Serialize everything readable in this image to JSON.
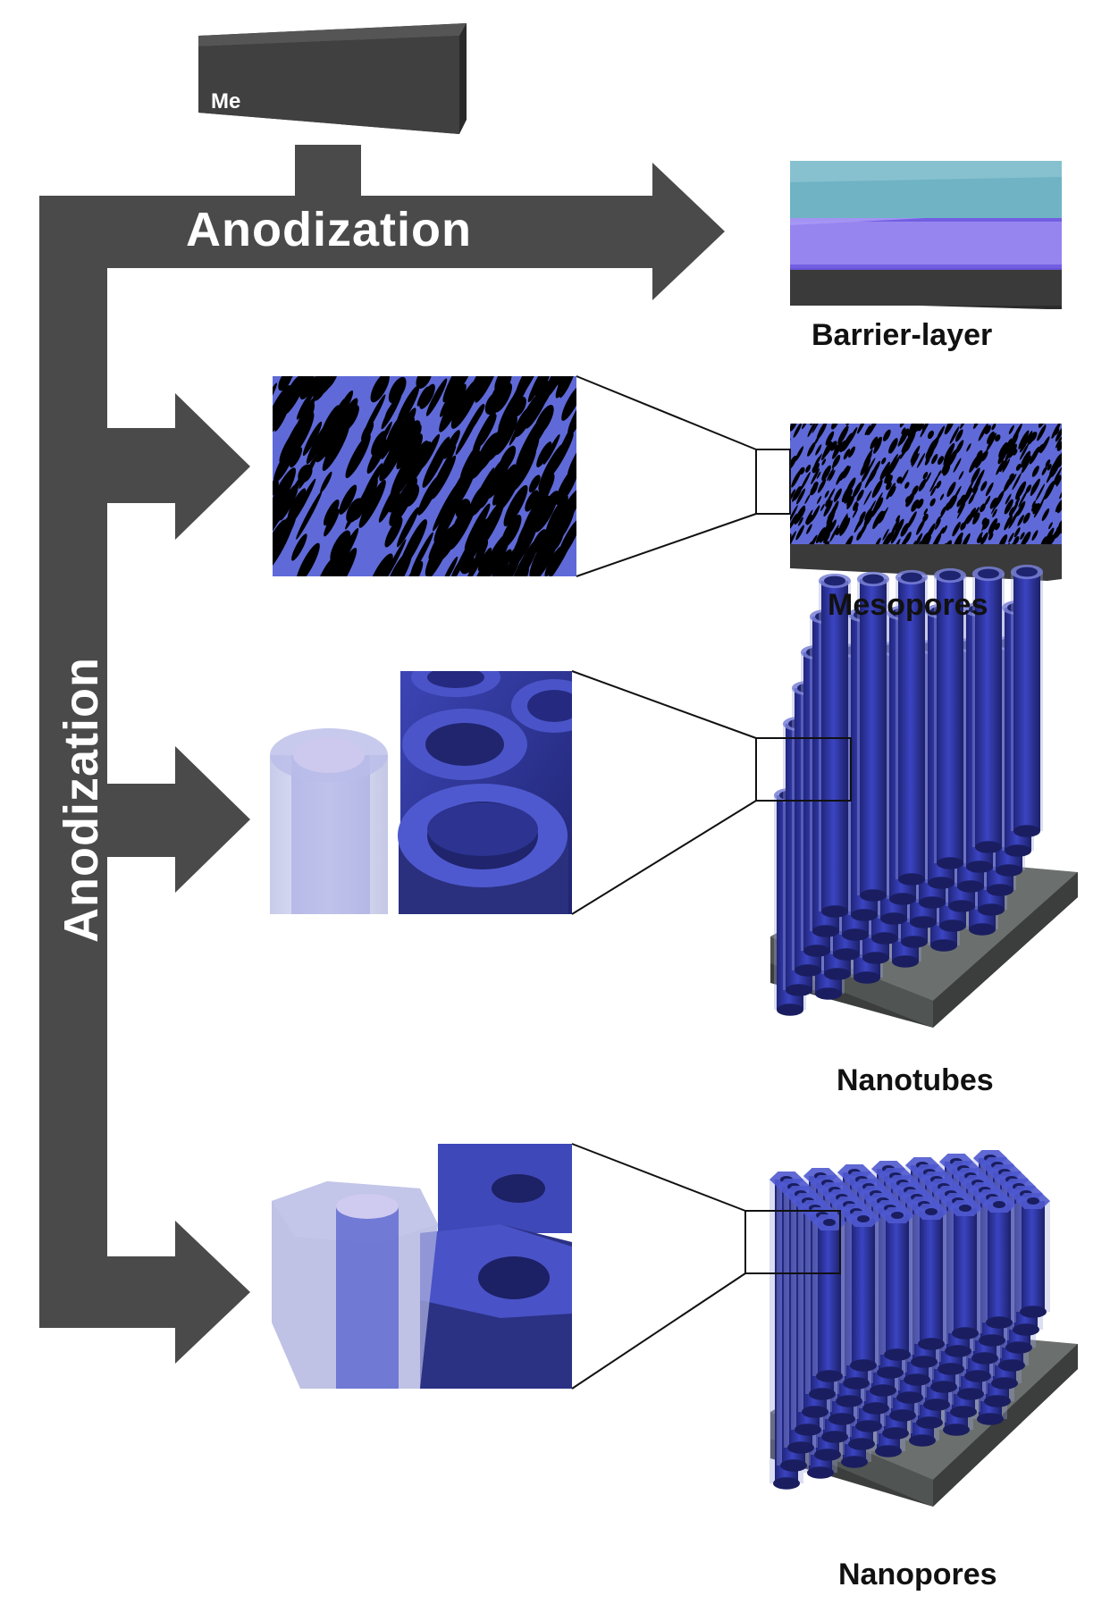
{
  "diagram": {
    "source_label": "Me",
    "process_label_horizontal": "Anodization",
    "process_label_vertical": "Anodization",
    "outcomes": [
      {
        "id": "barrier",
        "label": "Barrier-layer"
      },
      {
        "id": "meso",
        "label": "Mesopores"
      },
      {
        "id": "tubes",
        "label": "Nanotubes"
      },
      {
        "id": "pores",
        "label": "Nanopores"
      }
    ]
  },
  "colors": {
    "arrow": "#4a4a4a",
    "metal_block": "#404040",
    "substrate": "#5c6260",
    "oxide_blue": "#3a42b8",
    "light_blue": "#7f88e0",
    "cyan_layer": "#6fb3c4",
    "violet_layer": "#8f7fe8",
    "dark_navy": "#1d2060"
  }
}
